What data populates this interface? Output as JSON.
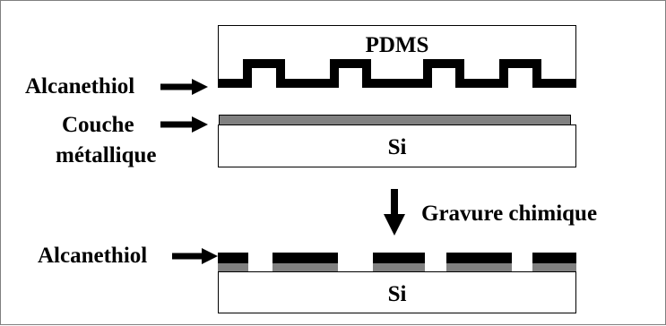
{
  "labels": {
    "pdms": "PDMS",
    "alkanethiol_top": "Alcanethiol",
    "couche_line1": "Couche",
    "couche_line2": "métallique",
    "si_top": "Si",
    "gravure": "Gravure chimique",
    "alkanethiol_bottom": "Alcanethiol",
    "si_bottom": "Si"
  },
  "colors": {
    "metal_layer": "#808080",
    "alkanethiol": "#000000",
    "outline": "#000000",
    "frame": "#808080"
  }
}
